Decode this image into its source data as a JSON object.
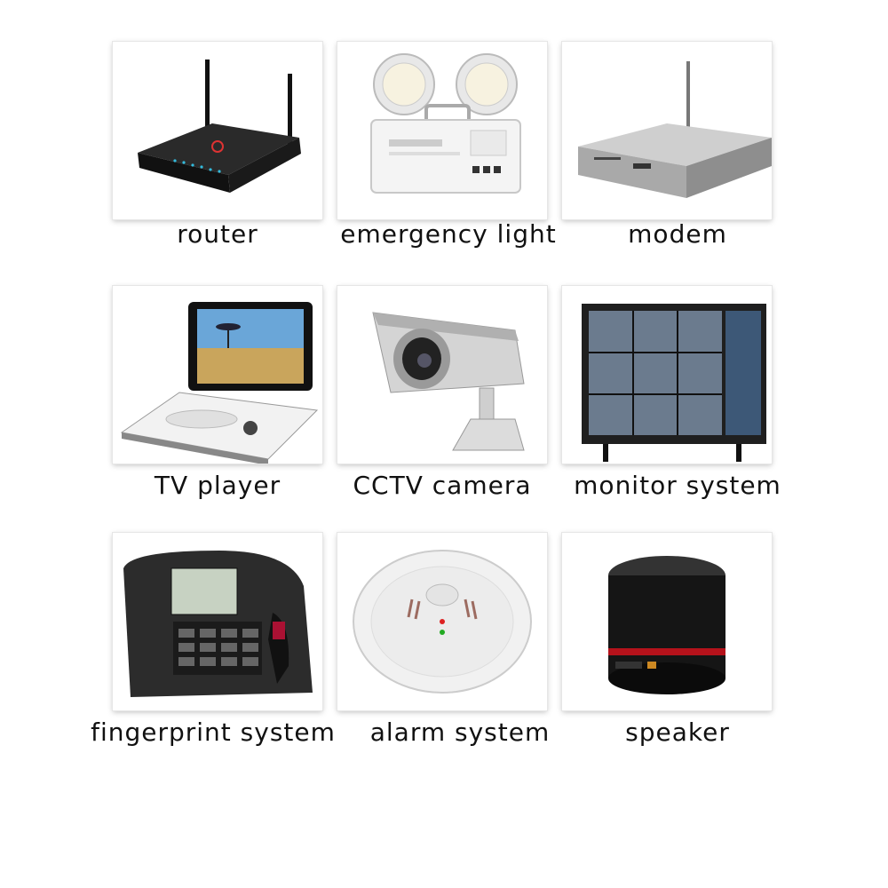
{
  "items": [
    {
      "label": "router",
      "icon": "router-icon"
    },
    {
      "label": "emergency light",
      "icon": "emergency-light-icon"
    },
    {
      "label": "modem",
      "icon": "modem-icon"
    },
    {
      "label": "TV player",
      "icon": "tv-player-icon"
    },
    {
      "label": "CCTV camera",
      "icon": "cctv-camera-icon"
    },
    {
      "label": "monitor system",
      "icon": "monitor-system-icon"
    },
    {
      "label": "fingerprint system",
      "icon": "fingerprint-system-icon"
    },
    {
      "label": "alarm system",
      "icon": "alarm-system-icon"
    },
    {
      "label": "speaker",
      "icon": "speaker-icon"
    }
  ]
}
